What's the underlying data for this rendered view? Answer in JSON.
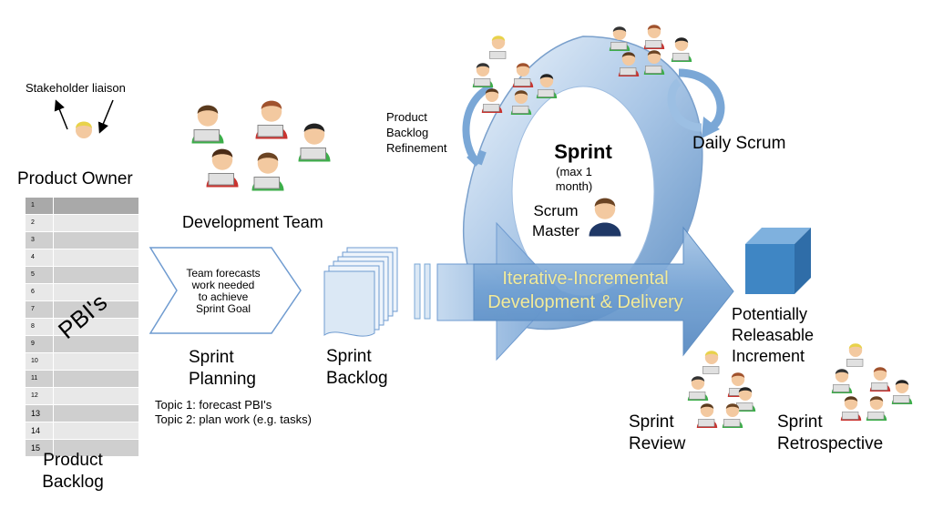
{
  "product_owner": {
    "liaison": "Stakeholder liaison",
    "title": "Product Owner"
  },
  "product_backlog": {
    "rows": [
      "1",
      "2",
      "3",
      "4",
      "5",
      "6",
      "7",
      "8",
      "9",
      "10",
      "11",
      "12",
      "13",
      "14",
      "15"
    ],
    "watermark": "PBI's",
    "title_line1": "Product",
    "title_line2": "Backlog"
  },
  "development_team": {
    "title": "Development Team"
  },
  "sprint_planning": {
    "forecast_lines": [
      "Team forecasts",
      "work needed",
      "to achieve",
      "Sprint Goal"
    ],
    "title_line1": "Sprint",
    "title_line2": "Planning",
    "topic1": "Topic 1: forecast PBI's",
    "topic2": "Topic 2: plan work (e.g. tasks)"
  },
  "sprint_backlog": {
    "title_line1": "Sprint",
    "title_line2": "Backlog"
  },
  "refinement": {
    "lines": [
      "Product",
      "Backlog",
      "Refinement"
    ]
  },
  "sprint": {
    "title": "Sprint",
    "duration_line1": "(max 1",
    "duration_line2": "month)",
    "master_line1": "Scrum",
    "master_line2": "Master"
  },
  "daily_scrum": {
    "title": "Daily Scrum"
  },
  "development_delivery": {
    "line1": "Iterative-Incremental",
    "line2": "Development & Delivery"
  },
  "increment": {
    "lines": [
      "Potentially",
      "Releasable",
      "Increment"
    ]
  },
  "sprint_review": {
    "title_line1": "Sprint",
    "title_line2": "Review"
  },
  "sprint_retrospective": {
    "title_line1": "Sprint",
    "title_line2": "Retrospective"
  },
  "colors": {
    "arrow_blue": "#7aa7d6",
    "arrow_light": "#dbe8f5",
    "cube_blue": "#3f86c4",
    "gold_text": "#f2eb9a",
    "green_shirt": "#3cae4a",
    "red_shirt": "#c9332f",
    "navy_suit": "#1f3866"
  }
}
